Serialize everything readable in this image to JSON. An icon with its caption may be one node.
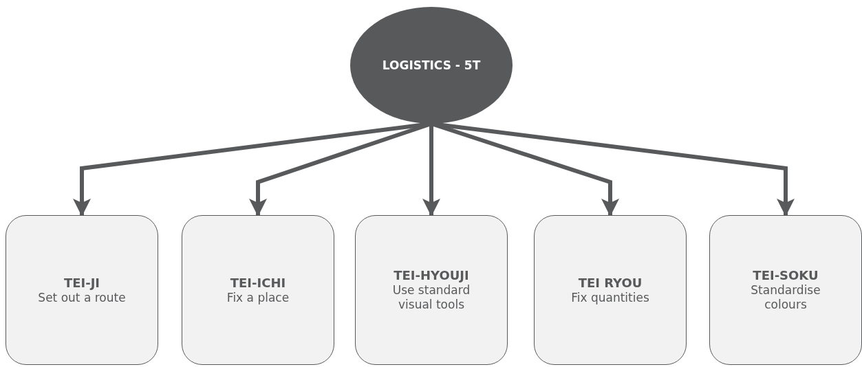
{
  "diagram": {
    "nodes": [
      {
        "text": [
          "LOGISTICS - 5T"
        ]
      },
      {
        "text": [
          "TEI-JI",
          "Set out a route"
        ]
      },
      {
        "text": [
          "TEI-ICHI",
          "Fix a place"
        ]
      },
      {
        "text": [
          "TEI-HYOUJI",
          "Use standard visual tools"
        ]
      },
      {
        "text": [
          "TEI RYOU",
          "Fix quantities"
        ]
      },
      {
        "text": [
          "TEI-SOKU",
          "Standardise colours"
        ]
      }
    ],
    "edges": [
      {
        "from": 0,
        "to": 1,
        "arrow": "to"
      },
      {
        "from": 0,
        "to": 2,
        "arrow": "to"
      },
      {
        "from": 0,
        "to": 3,
        "arrow": "to"
      },
      {
        "from": 0,
        "to": 4,
        "arrow": "to"
      },
      {
        "from": 0,
        "to": 5,
        "arrow": "to"
      }
    ]
  }
}
